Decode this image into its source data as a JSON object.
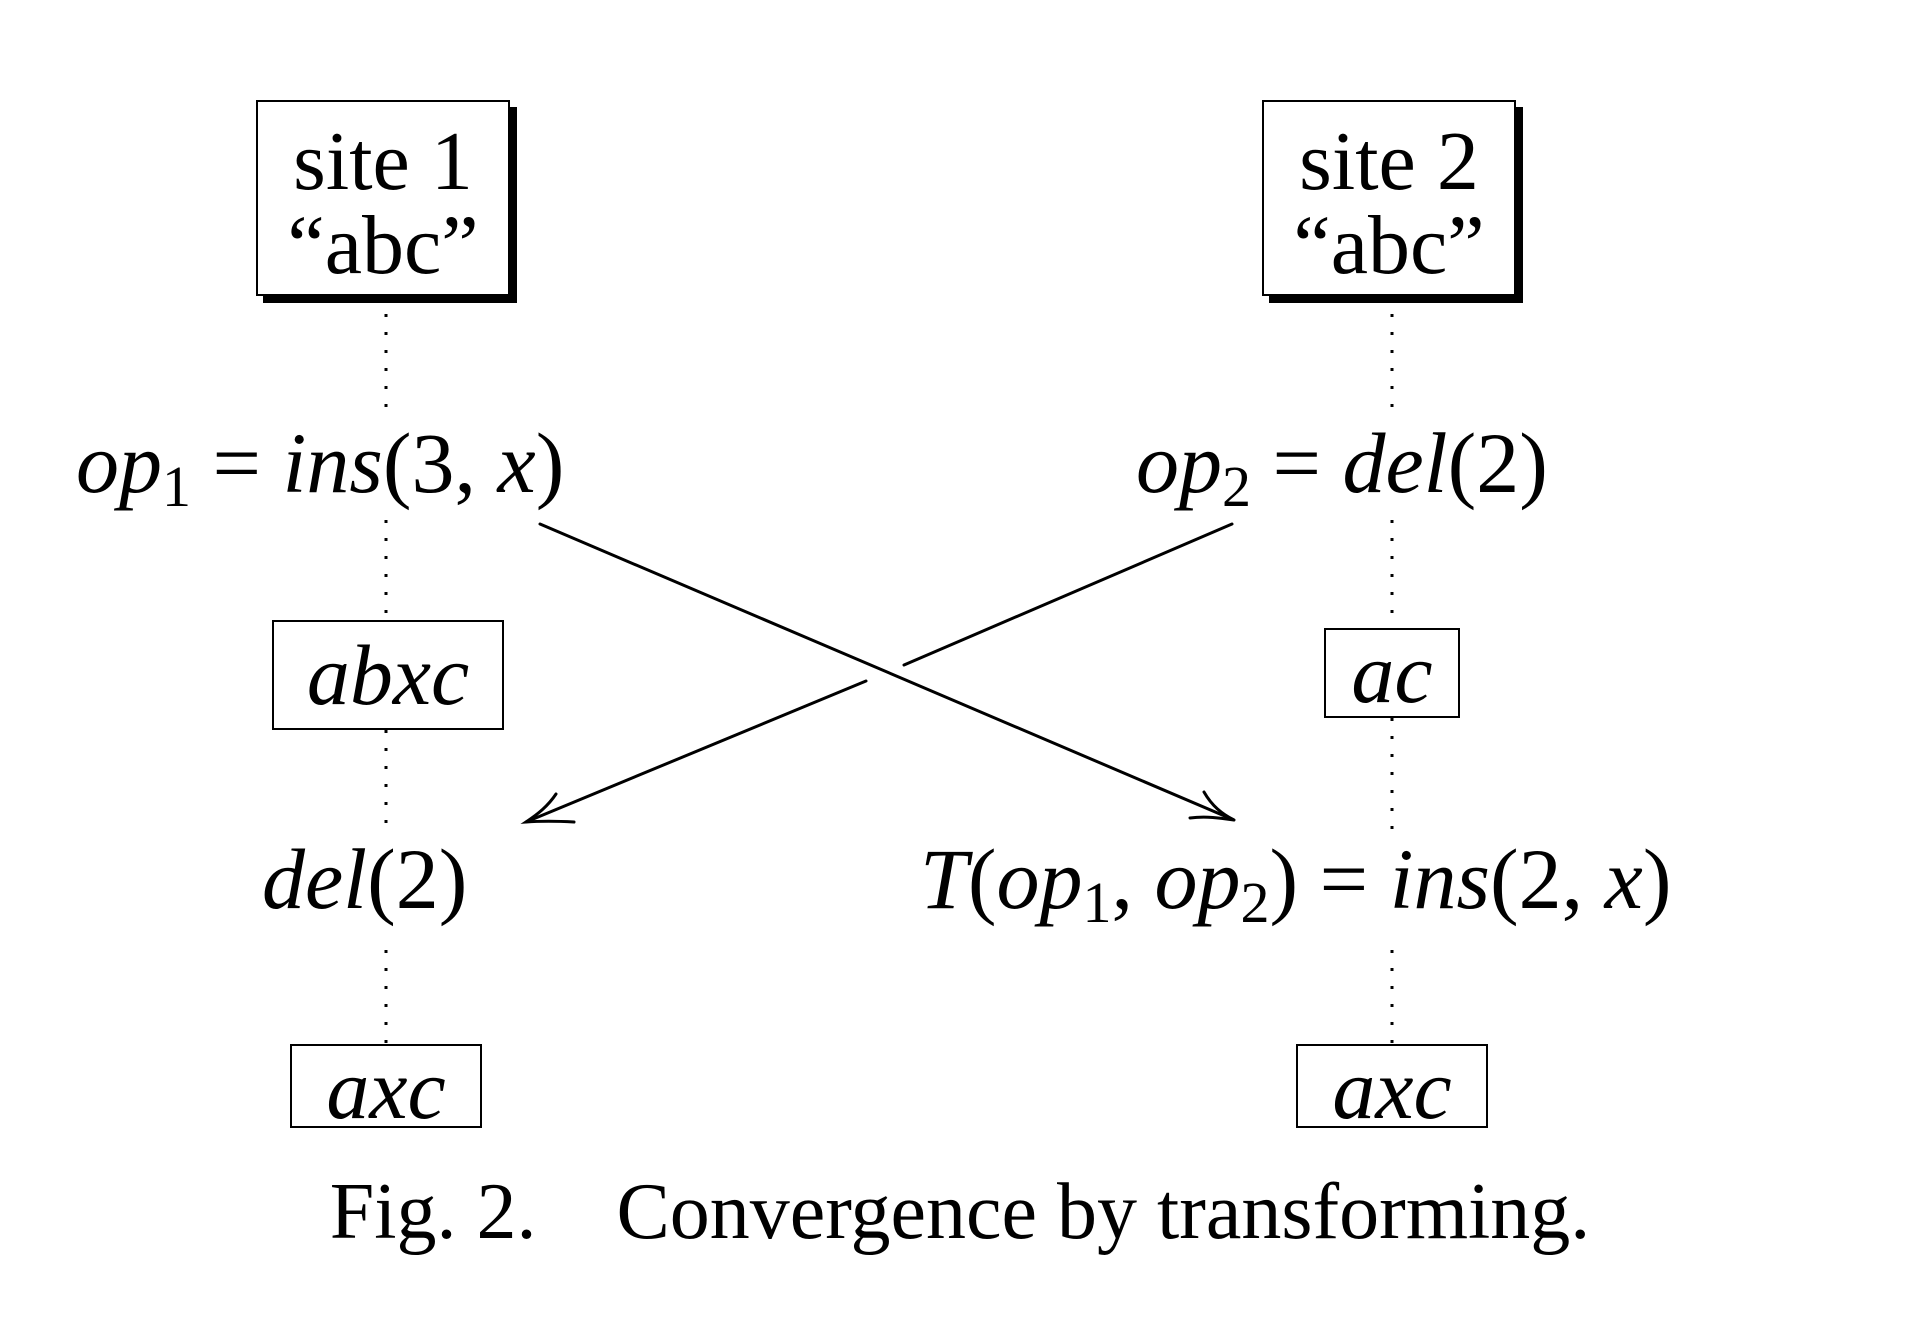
{
  "site1": {
    "title": "site 1",
    "text": "“abc”"
  },
  "site2": {
    "title": "site 2",
    "text": "“abc”"
  },
  "site1_ops": {
    "op1": {
      "name": "op",
      "index": "1",
      "eq": "=",
      "func": "ins",
      "lparen": "(",
      "arg1": "3",
      "comma": ", ",
      "arg2": "x",
      "rparen": ")"
    },
    "del": {
      "func": "del",
      "lparen": "(",
      "arg": "2",
      "rparen": ")"
    }
  },
  "site2_ops": {
    "op2": {
      "name": "op",
      "index": "2",
      "eq": "=",
      "func": "del",
      "lparen": "(",
      "arg": "2",
      "rparen": ")"
    },
    "transform": {
      "func": "T",
      "lparen": "(",
      "a_name": "op",
      "a_index": "1",
      "comma": ", ",
      "b_name": "op",
      "b_index": "2",
      "rparen": ")",
      "eq": "=",
      "res_func": "ins",
      "res_lparen": "(",
      "res_arg1": "2",
      "res_comma": ", ",
      "res_arg2": "x",
      "res_rparen": ")"
    }
  },
  "states": {
    "site1_after_op1": "abxc",
    "site1_final": "axc",
    "site2_after_op2": "ac",
    "site2_final": "axc"
  },
  "caption": {
    "label": "Fig. 2.",
    "text": "Convergence by transforming."
  }
}
